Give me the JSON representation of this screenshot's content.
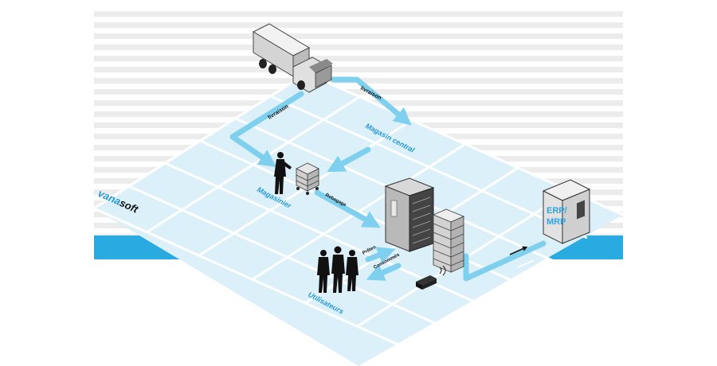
{
  "brand": {
    "part1": "vana",
    "part2": "soft"
  },
  "labels": {
    "livraison_left": "livraison",
    "livraison_right": "livraison",
    "magasin_central": "Magasin central",
    "magasinier": "Magasinier",
    "rebaggage": "Rebagage",
    "pretes": "Prêtes",
    "consommes": "Consommés",
    "utilisateurs": "Utilisateurs",
    "erp_line1": "ERP/",
    "erp_line2": "MRP"
  },
  "colors": {
    "flow": "#7fd0ee",
    "grid_fill": "#dcf0fa",
    "grid_line": "#ffffff",
    "band": "#29abe2",
    "accent": "#1f9ad6",
    "ink": "#111111"
  }
}
